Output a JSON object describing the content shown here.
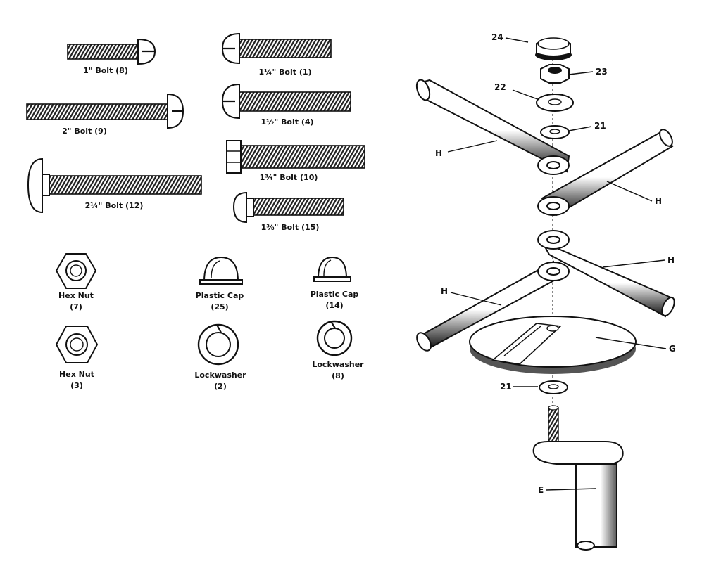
{
  "hardware": {
    "bolt_1in": "1\" Bolt (8)",
    "bolt_1_25": "1¼\" Bolt (1)",
    "bolt_2in": "2\" Bolt (9)",
    "bolt_1_5": "1½\" Bolt (4)",
    "bolt_1_75": "1¾\" Bolt (10)",
    "bolt_2_25": "2¼\" Bolt (12)",
    "bolt_1_38": "1⅜\" Bolt (15)",
    "hexnut_a": [
      "Hex Nut",
      "(7)"
    ],
    "plasticcap_a": [
      "Plastic Cap",
      "(25)"
    ],
    "plasticcap_b": [
      "Plastic Cap",
      "(14)"
    ],
    "hexnut_b": [
      "Hex Nut",
      "(3)"
    ],
    "lockwasher_a": [
      "Lockwasher",
      "(2)"
    ],
    "lockwasher_b": [
      "Lockwasher",
      "(8)"
    ]
  },
  "callouts": {
    "c24": "24",
    "c23": "23",
    "c22": "22",
    "c21_top": "21",
    "c21_bottom": "21",
    "h_top_left": "H",
    "h_top_right": "H",
    "h_mid_right": "H",
    "h_mid_left": "H",
    "g": "G",
    "e": "E"
  }
}
